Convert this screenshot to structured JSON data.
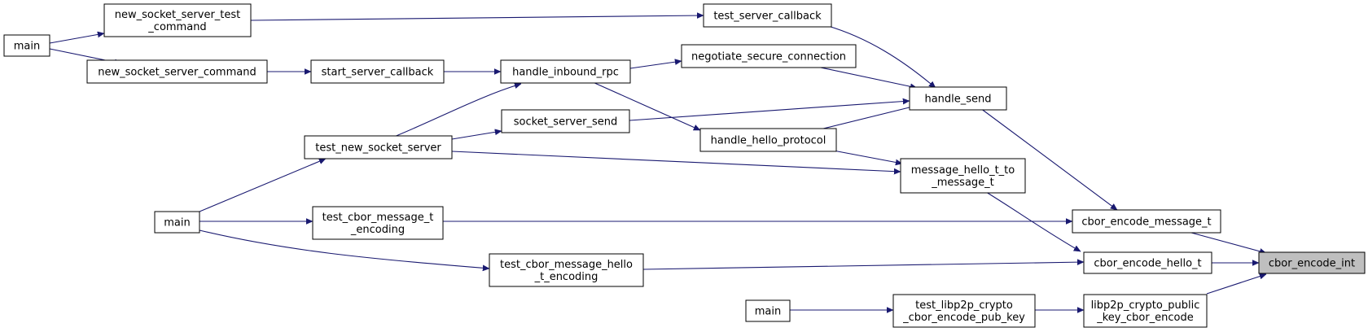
{
  "colors": {
    "edge": "#191970",
    "node_fill": "#ffffff",
    "node_border": "#000000",
    "highlight_fill": "#bfbfbf"
  },
  "nodes": {
    "cbor_encode_int": [
      "cbor_encode_int"
    ],
    "cbor_encode_message_t": [
      "cbor_encode_message_t"
    ],
    "cbor_encode_hello_t": [
      "cbor_encode_hello_t"
    ],
    "libp2p_crypto_public_key_cbor_encode": [
      "libp2p_crypto_public",
      "_key_cbor_encode"
    ],
    "handle_send": [
      "handle_send"
    ],
    "message_hello_t_to_message_t": [
      "message_hello_t_to",
      "_message_t"
    ],
    "test_cbor_message_t_encoding": [
      "test_cbor_message_t",
      "_encoding"
    ],
    "test_cbor_message_hello_t_encoding": [
      "test_cbor_message_hello",
      "_t_encoding"
    ],
    "test_libp2p_crypto_cbor_encode_pub_key": [
      "test_libp2p_crypto",
      "_cbor_encode_pub_key"
    ],
    "main_bottom": [
      "main"
    ],
    "test_server_callback": [
      "test_server_callback"
    ],
    "negotiate_secure_connection": [
      "negotiate_secure_connection"
    ],
    "socket_server_send": [
      "socket_server_send"
    ],
    "handle_hello_protocol": [
      "handle_hello_protocol"
    ],
    "handle_inbound_rpc": [
      "handle_inbound_rpc"
    ],
    "test_new_socket_server": [
      "test_new_socket_server"
    ],
    "main_middle": [
      "main"
    ],
    "new_socket_server_test_command": [
      "new_socket_server_test",
      "_command"
    ],
    "start_server_callback": [
      "start_server_callback"
    ],
    "new_socket_server_command": [
      "new_socket_server_command"
    ],
    "main_top": [
      "main"
    ]
  }
}
